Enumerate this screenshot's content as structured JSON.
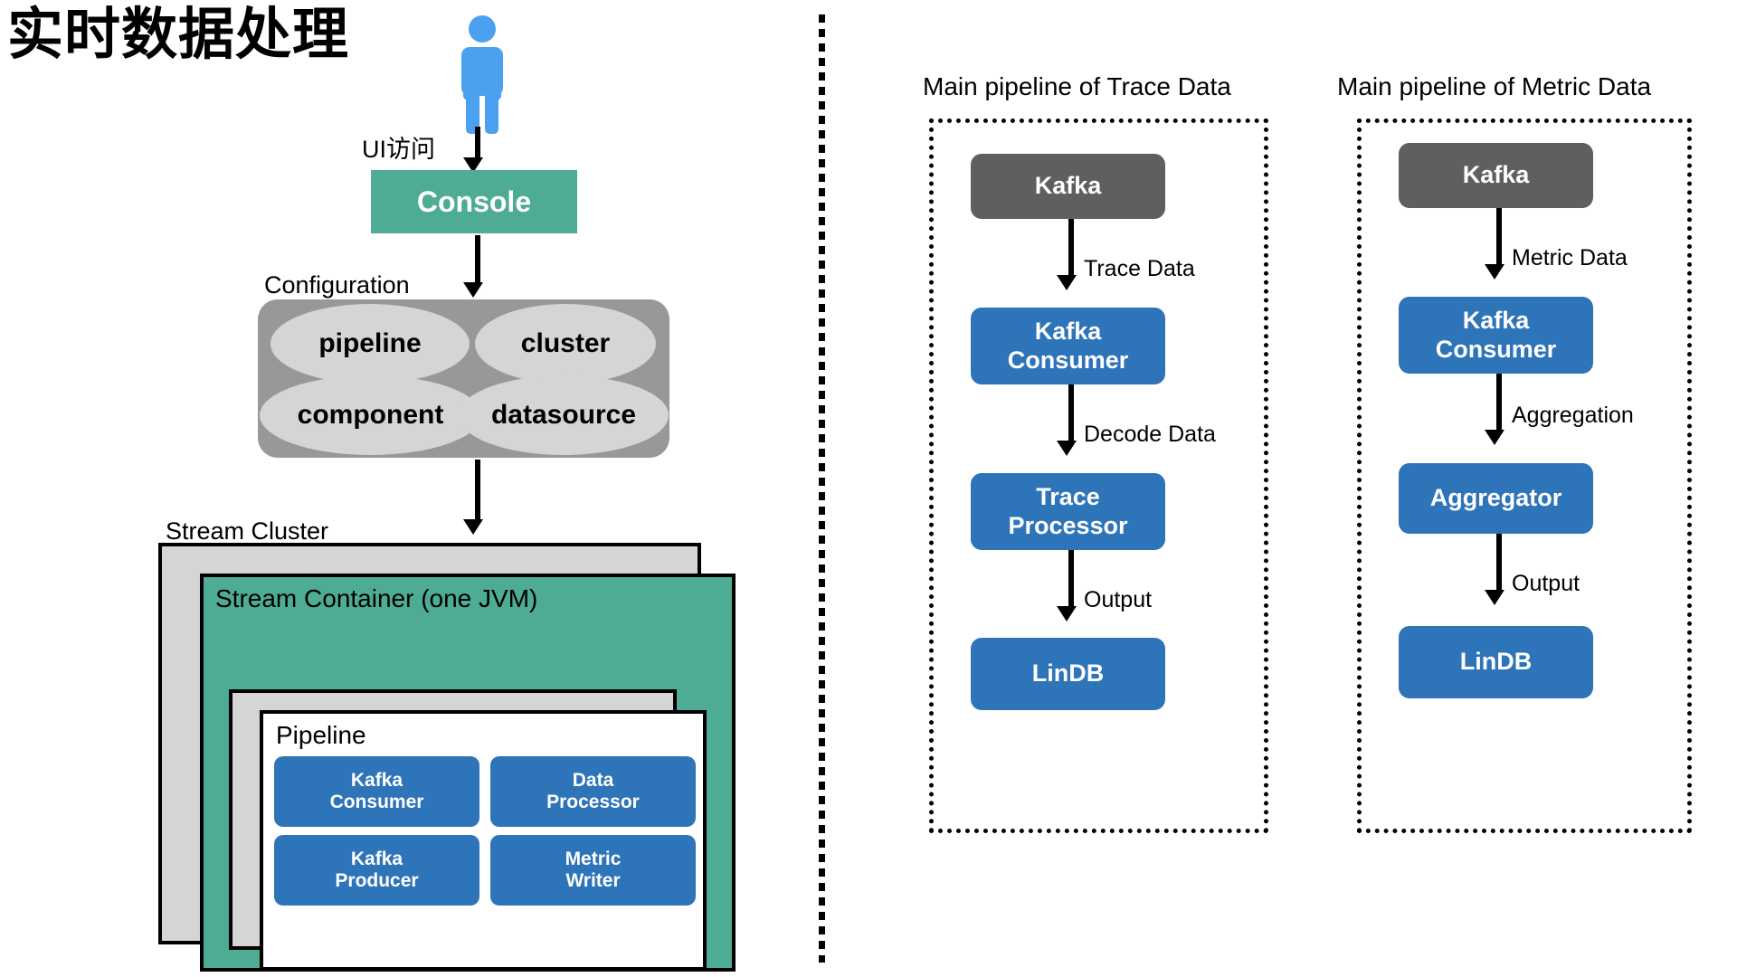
{
  "title": "实时数据处理",
  "left": {
    "actor_icon": "person-icon",
    "ui_access_label": "UI访问",
    "console_label": "Console",
    "config_label": "Configuration",
    "config_items": [
      "pipeline",
      "cluster",
      "component",
      "datasource"
    ],
    "stream_cluster_label": "Stream Cluster",
    "stream_container_label": "Stream Container (one JVM)",
    "pipeline_label": "Pipeline",
    "pipeline_components": [
      {
        "line1": "Kafka",
        "line2": "Consumer"
      },
      {
        "line1": "Data",
        "line2": "Processor"
      },
      {
        "line1": "Kafka",
        "line2": "Producer"
      },
      {
        "line1": "Metric",
        "line2": "Writer"
      }
    ]
  },
  "right": {
    "panels": [
      {
        "title": "Main pipeline of Trace Data",
        "nodes": [
          {
            "line1": "Kafka",
            "line2": "",
            "style": "kafka"
          },
          {
            "line1": "Kafka",
            "line2": "Consumer",
            "style": "blue"
          },
          {
            "line1": "Trace",
            "line2": "Processor",
            "style": "blue"
          },
          {
            "line1": "LinDB",
            "line2": "",
            "style": "blue"
          }
        ],
        "edges": [
          "Trace Data",
          "Decode Data",
          "Output"
        ]
      },
      {
        "title": "Main pipeline of Metric Data",
        "nodes": [
          {
            "line1": "Kafka",
            "line2": "",
            "style": "kafka"
          },
          {
            "line1": "Kafka",
            "line2": "Consumer",
            "style": "blue"
          },
          {
            "line1": "Aggregator",
            "line2": "",
            "style": "blue"
          },
          {
            "line1": "LinDB",
            "line2": "",
            "style": "blue"
          }
        ],
        "edges": [
          "Metric Data",
          "Aggregation",
          "Output"
        ]
      }
    ]
  },
  "colors": {
    "green": "#4EAB94",
    "blue": "#2E74B8",
    "dark_gray": "#5F5F5F",
    "mid_gray": "#989898",
    "light_gray": "#D5D5D5",
    "actor_blue": "#4BA0F0"
  }
}
